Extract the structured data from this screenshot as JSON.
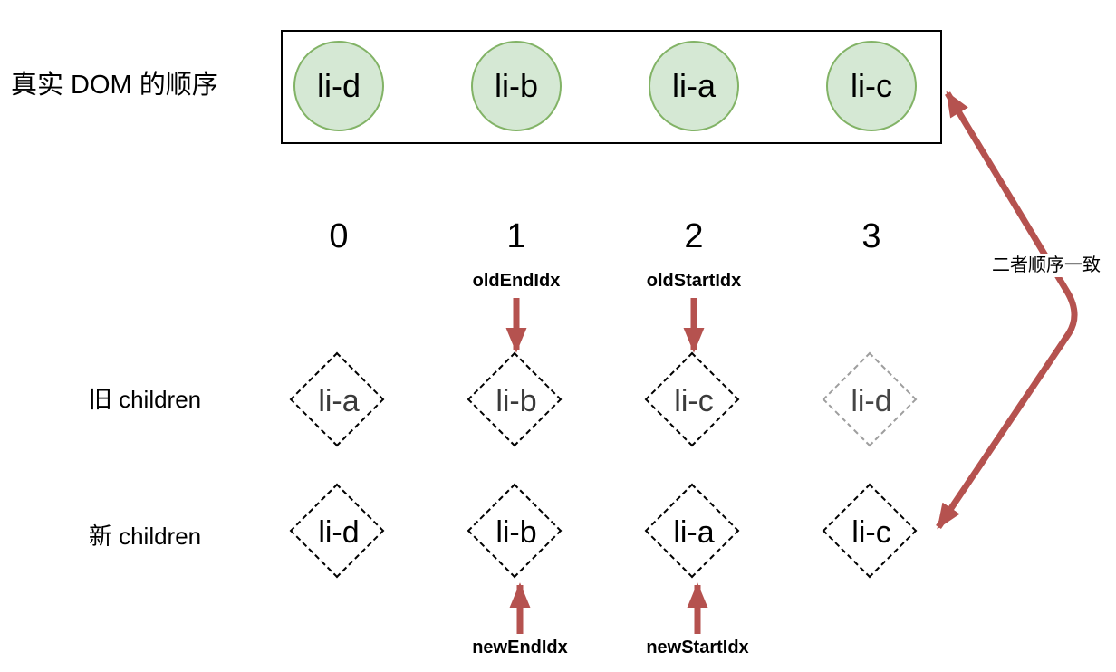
{
  "title": "真实 DOM 的顺序",
  "colors": {
    "arrow": "#b5524f",
    "node_fill": "#d5e8d4",
    "node_stroke": "#82b366",
    "box_stroke": "#000000",
    "dim_stroke": "#9e9e9e"
  },
  "real_dom_nodes": [
    "li-d",
    "li-b",
    "li-a",
    "li-c"
  ],
  "indices": [
    "0",
    "1",
    "2",
    "3"
  ],
  "pointers": {
    "old_end": "oldEndIdx",
    "old_start": "oldStartIdx",
    "new_end": "newEndIdx",
    "new_start": "newStartIdx"
  },
  "old_row": {
    "label": "旧 children",
    "nodes": [
      "li-a",
      "li-b",
      "li-c",
      "li-d"
    ]
  },
  "new_row": {
    "label": "新 children",
    "nodes": [
      "li-d",
      "li-b",
      "li-a",
      "li-c"
    ]
  },
  "annotation": "二者顺序一致"
}
